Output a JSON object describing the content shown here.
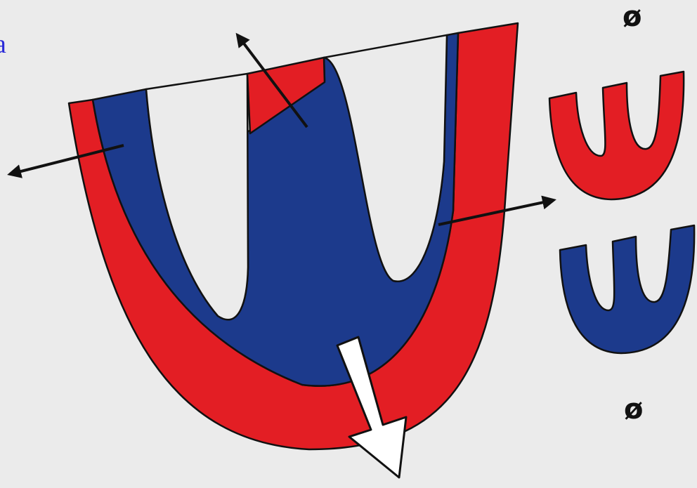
{
  "labels": {
    "corner_letter": "a",
    "empty_top": "ø",
    "empty_bottom": "ø"
  },
  "colors": {
    "background": "#ebebeb",
    "red": "#e31e24",
    "blue": "#1c3a8c",
    "outline": "#111111",
    "arrow_white": "#ffffff",
    "letter_blue": "#2a2ad8"
  }
}
